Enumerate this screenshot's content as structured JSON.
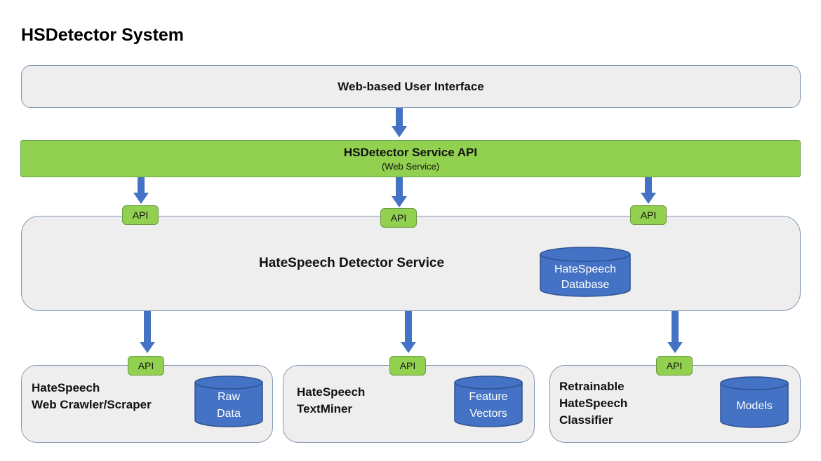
{
  "title": "HSDetector System",
  "ui_layer": {
    "label": "Web-based User Interface"
  },
  "service_api": {
    "label": "HSDetector Service API",
    "sublabel": "(Web Service)"
  },
  "detector": {
    "label": "HateSpeech Detector Service",
    "db": [
      "HateSpeech",
      "Database"
    ]
  },
  "api_label": "API",
  "components": [
    {
      "lines": [
        "HateSpeech",
        "Web Crawler/Scraper"
      ],
      "db": [
        "Raw",
        "Data"
      ]
    },
    {
      "lines": [
        "HateSpeech",
        "TextMiner"
      ],
      "db": [
        "Feature",
        "Vectors"
      ]
    },
    {
      "lines": [
        "Retrainable",
        "HateSpeech",
        "Classifier"
      ],
      "db": [
        "Models"
      ]
    }
  ],
  "colors": {
    "arrow": "#4472c4",
    "api_green": "#92d050",
    "box_fill": "#eeeeee",
    "db_fill": "#4472c4"
  }
}
